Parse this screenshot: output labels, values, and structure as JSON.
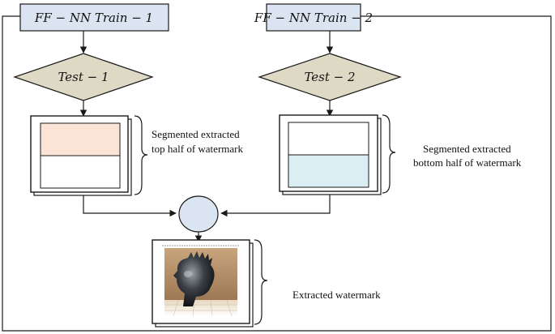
{
  "nodes": {
    "train1": {
      "label": "FF − NN Train − 1",
      "fill": "#dbe5f1"
    },
    "train2": {
      "label": "FF − NN Train − 2",
      "fill": "#dbe5f1"
    },
    "test1": {
      "label": "Test − 1",
      "fill": "#ddd9c4"
    },
    "test2": {
      "label": "Test − 2",
      "fill": "#ddd9c4"
    },
    "merge": {
      "fill": "#dbe5f1"
    }
  },
  "segments": {
    "left": {
      "caption_line1": "Segmented extracted",
      "caption_line2": "top half of watermark",
      "top_fill": "#fbe4d5",
      "bottom_fill": "#ffffff"
    },
    "right": {
      "caption_line1": "Segmented extracted",
      "caption_line2": "bottom half of watermark",
      "top_fill": "#ffffff",
      "bottom_fill": "#daeef3"
    }
  },
  "output": {
    "caption": "Extracted watermark"
  }
}
